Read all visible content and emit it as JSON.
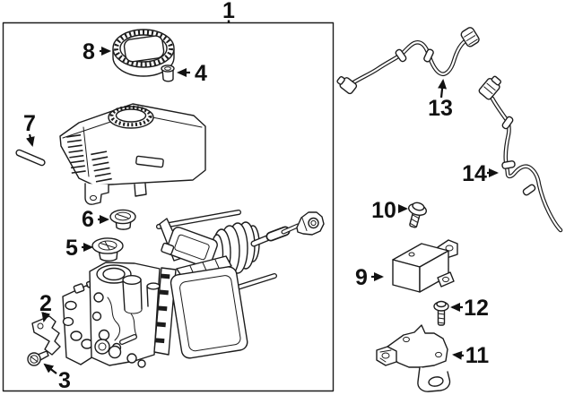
{
  "diagram": {
    "background_color": "#ffffff",
    "line_color": "#1c1c1c",
    "label_color": "#111111",
    "callouts": {
      "c1": {
        "label": "1"
      },
      "c2": {
        "label": "2"
      },
      "c3": {
        "label": "3"
      },
      "c4": {
        "label": "4"
      },
      "c5": {
        "label": "5"
      },
      "c6": {
        "label": "6"
      },
      "c7": {
        "label": "7"
      },
      "c8": {
        "label": "8"
      },
      "c9": {
        "label": "9"
      },
      "c10": {
        "label": "10"
      },
      "c11": {
        "label": "11"
      },
      "c12": {
        "label": "12"
      },
      "c13": {
        "label": "13"
      },
      "c14": {
        "label": "14"
      }
    }
  }
}
